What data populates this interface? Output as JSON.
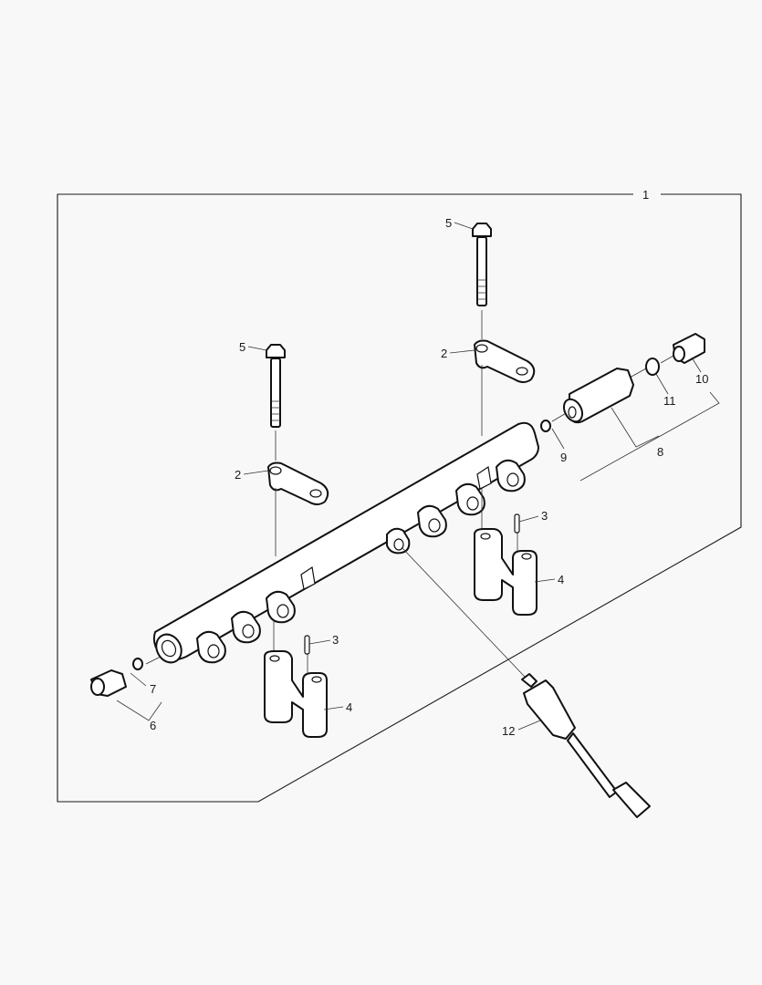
{
  "diagram": {
    "type": "exploded-parts-diagram",
    "subject": "fuel rail assembly",
    "background": "#f8f8f8",
    "line_color": "#1a1a1a",
    "callouts": [
      {
        "id": "1",
        "label": "1"
      },
      {
        "id": "2a",
        "label": "2"
      },
      {
        "id": "2b",
        "label": "2"
      },
      {
        "id": "3a",
        "label": "3"
      },
      {
        "id": "3b",
        "label": "3"
      },
      {
        "id": "4a",
        "label": "4"
      },
      {
        "id": "4b",
        "label": "4"
      },
      {
        "id": "5a",
        "label": "5"
      },
      {
        "id": "5b",
        "label": "5"
      },
      {
        "id": "6",
        "label": "6"
      },
      {
        "id": "7",
        "label": "7"
      },
      {
        "id": "8",
        "label": "8"
      },
      {
        "id": "9",
        "label": "9"
      },
      {
        "id": "10",
        "label": "10"
      },
      {
        "id": "11",
        "label": "11"
      },
      {
        "id": "12",
        "label": "12"
      }
    ],
    "parts": [
      {
        "ref": "1",
        "name": "fuel rail assembly (kit outline)"
      },
      {
        "ref": "2",
        "name": "clamp bracket",
        "count": 2
      },
      {
        "ref": "3",
        "name": "dowel pin",
        "count": 2
      },
      {
        "ref": "4",
        "name": "support bracket",
        "count": 2
      },
      {
        "ref": "5",
        "name": "flange bolt",
        "count": 2
      },
      {
        "ref": "6",
        "name": "inlet fitting kit"
      },
      {
        "ref": "7",
        "name": "sealing washer"
      },
      {
        "ref": "8",
        "name": "pressure limiting valve kit"
      },
      {
        "ref": "9",
        "name": "sealing washer"
      },
      {
        "ref": "10",
        "name": "end fitting"
      },
      {
        "ref": "11",
        "name": "sealing washer"
      },
      {
        "ref": "12",
        "name": "rail pressure sensor"
      }
    ]
  }
}
